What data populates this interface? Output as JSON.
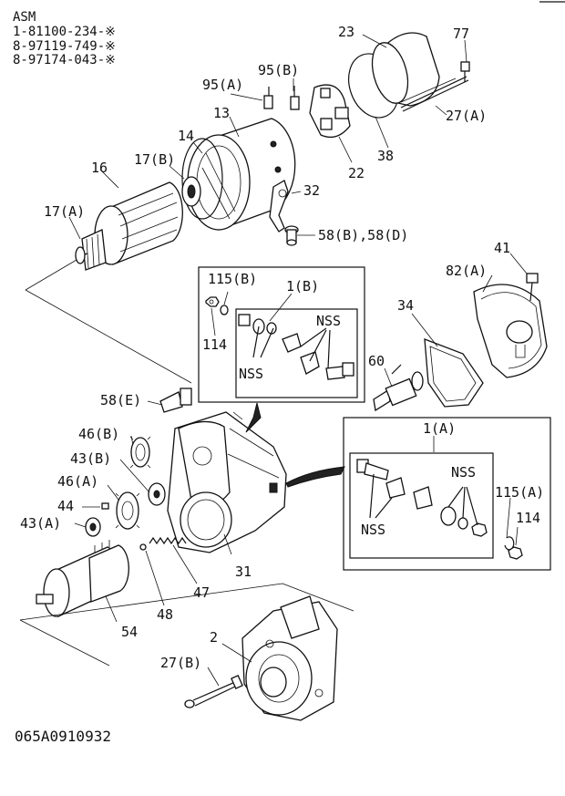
{
  "header": {
    "asm_label": "ASM",
    "part_numbers": [
      "1-81100-234-※",
      "8-97119-749-※",
      "8-97174-043-※"
    ]
  },
  "callouts": {
    "c23": "23",
    "c77": "77",
    "c95a": "95(A)",
    "c95b": "95(B)",
    "c13": "13",
    "c14": "14",
    "c16": "16",
    "c17b": "17(B)",
    "c17a": "17(A)",
    "c27a": "27(A)",
    "c22": "22",
    "c38": "38",
    "c32": "32",
    "c58bd": "58(B),58(D)",
    "c41": "41",
    "c82a": "82(A)",
    "c115b": "115(B)",
    "c1b": "1(B)",
    "c114_top": "114",
    "c34": "34",
    "c60": "60",
    "c58e": "58(E)",
    "c46b": "46(B)",
    "c43b": "43(B)",
    "c46a": "46(A)",
    "c44": "44",
    "c43a": "43(A)",
    "c1a": "1(A)",
    "c115a": "115(A)",
    "c114_right": "114",
    "c31": "31",
    "c47": "47",
    "c48": "48",
    "c54": "54",
    "c2": "2",
    "c27b": "27(B)"
  },
  "nss": {
    "top_right": "NSS",
    "top_left": "NSS",
    "right_top": "NSS",
    "right_bottom": "NSS"
  },
  "footer": {
    "code": "065A0910932"
  }
}
